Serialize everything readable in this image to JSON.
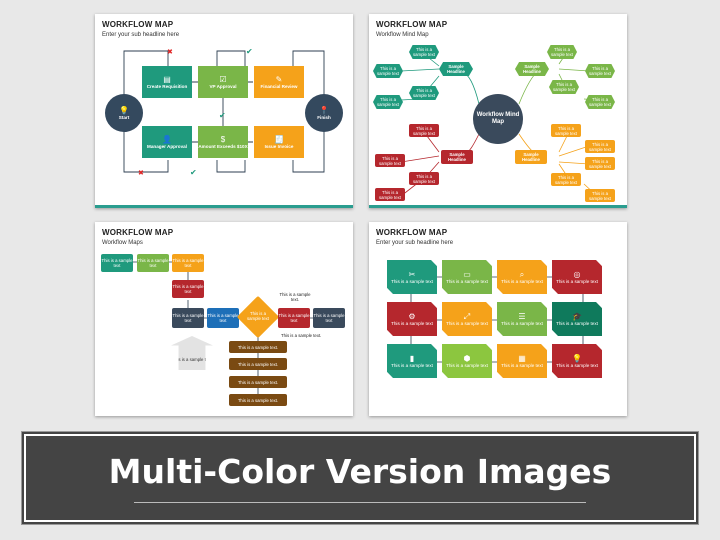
{
  "slides": [
    {
      "title": "WORKFLOW MAP",
      "subtitle": "Enter your sub headline here",
      "start": "Start",
      "finish": "Finish",
      "boxes": [
        "Create Requisition",
        "VP Approval",
        "Financial Review",
        "Manager Approval",
        "Amount Exceeds $10X",
        "Issue Invoice"
      ]
    },
    {
      "title": "WORKFLOW MAP",
      "subtitle": "Workflow Mind Map",
      "center": "Workflow Mind Map",
      "headline": "Sample Headline",
      "node": "This is a sample text"
    },
    {
      "title": "WORKFLOW MAP",
      "subtitle": "Workflow Maps",
      "node": "This is a sample text",
      "node_dot": "This is a sample text.",
      "decision": "This is a sample text",
      "note_top": "This is a sample text.",
      "note_side": "This is a sample text."
    },
    {
      "title": "WORKFLOW MAP",
      "subtitle": "Enter your sub headline here",
      "node": "This is a sample text"
    }
  ],
  "banner": {
    "title": "Multi-Color Version Images"
  },
  "colors": {
    "teal": "#1f9a7d",
    "green": "#7ab648",
    "orange": "#f5a21a",
    "red": "#b5272d",
    "dark": "#3a4a5c",
    "brown": "#7a4a12",
    "blue": "#1d6fb8",
    "lime": "#8cc63f",
    "darkgreen": "#0f7a5c"
  }
}
